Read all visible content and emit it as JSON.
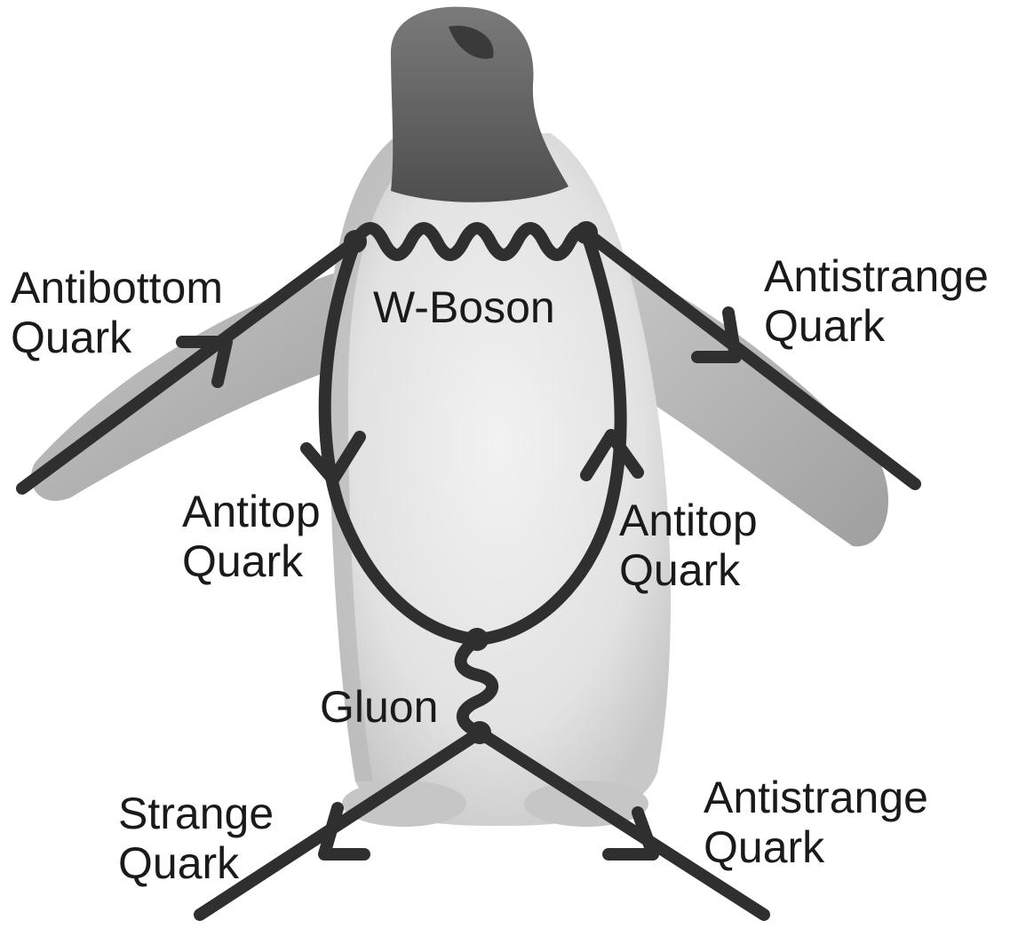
{
  "diagram": {
    "type": "penguin-diagram",
    "labels": {
      "antibottom": [
        "Antibottom",
        "Quark"
      ],
      "w_boson": [
        "W-Boson"
      ],
      "antistrange_top": [
        "Antistrange",
        "Quark"
      ],
      "antitop_left": [
        "Antitop",
        "Quark"
      ],
      "antitop_right": [
        "Antitop",
        "Quark"
      ],
      "gluon": [
        "Gluon"
      ],
      "strange": [
        "Strange",
        "Quark"
      ],
      "antistrange_bottom": [
        "Antistrange",
        "Quark"
      ]
    },
    "colors": {
      "line": "#2f2f2f",
      "text": "#1a1a1a",
      "penguin_body": "#d8d8d8",
      "penguin_dark": "#5a5a5a",
      "background": "#ffffff"
    }
  }
}
